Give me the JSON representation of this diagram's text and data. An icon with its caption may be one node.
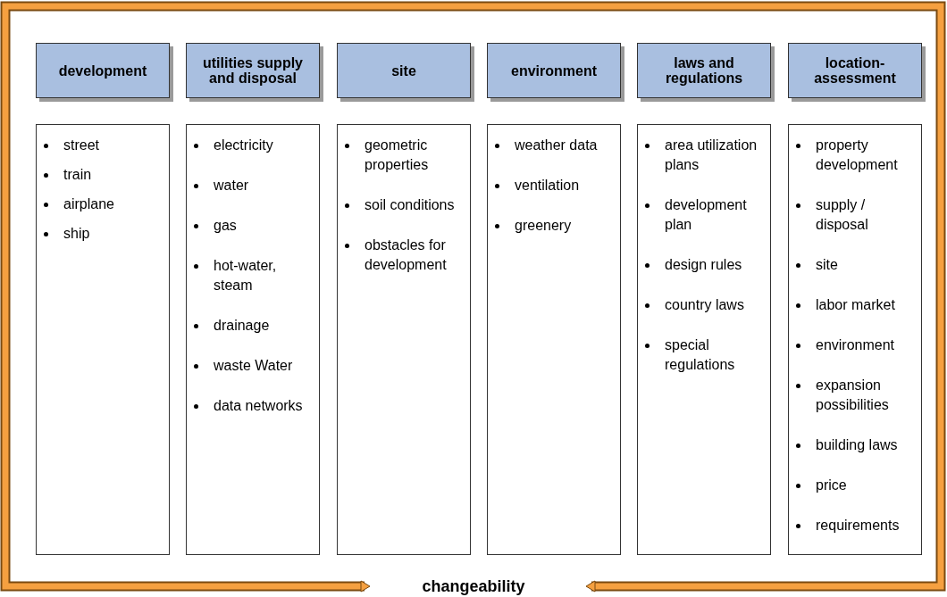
{
  "diagram": {
    "nodes": [
      {
        "text": [
          "changeability"
        ]
      },
      {
        "text": [
          "development"
        ],
        "in": 0
      },
      {
        "text": [
          "utilities supply and disposal"
        ],
        "in": 0
      },
      {
        "text": [
          "site"
        ],
        "in": 0
      },
      {
        "text": [
          "environment"
        ],
        "in": 0
      },
      {
        "text": [
          "laws and regulations"
        ],
        "in": 0
      },
      {
        "text": [
          "location-assessment"
        ],
        "in": 0
      },
      {
        "text": [
          "street",
          "train",
          "airplane",
          "ship"
        ],
        "in": 0
      },
      {
        "text": [
          "electricity",
          "water",
          "gas",
          "hot-water, steam",
          "drainage",
          "waste Water",
          "data networks"
        ],
        "in": 0
      },
      {
        "text": [
          "geometric properties",
          "soil conditions",
          "obstacles for development"
        ],
        "in": 0
      },
      {
        "text": [
          "weather data",
          "ventilation",
          "greenery"
        ],
        "in": 0
      },
      {
        "text": [
          "area utilization plans",
          "development plan",
          "design rules",
          "country laws",
          "special regulations"
        ],
        "in": 0
      },
      {
        "text": [
          "property development",
          "supply / disposal",
          "site",
          "labor market",
          "environment",
          "expansion possibilities",
          "building laws",
          "price",
          "requirements"
        ],
        "in": 0
      }
    ]
  }
}
